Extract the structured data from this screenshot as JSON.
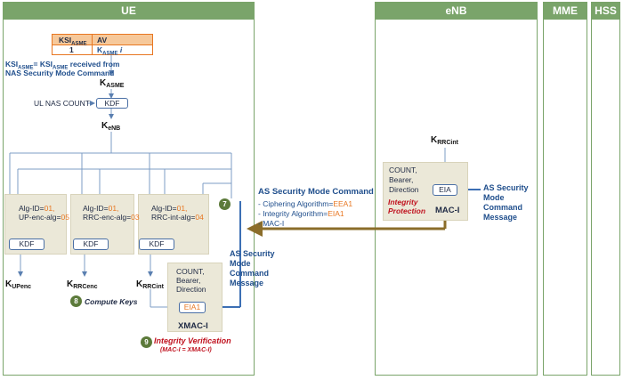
{
  "lanes": {
    "ue": "UE",
    "enb": "eNB",
    "mme": "MME",
    "hss": "HSS"
  },
  "table": {
    "h_ksi": "KSI",
    "h_ksi_sub": "ASME",
    "h_av": "AV",
    "v_ksi": "1",
    "v_k": "K",
    "v_k_sub": "ASME",
    "v_i": "i"
  },
  "note": {
    "a": "KSI",
    "a_sub": "ASME",
    "b": "= KSI",
    "b_sub": "ASME",
    "c": " received from",
    "line2": "NAS Security Mode Command"
  },
  "keys": {
    "k": "K",
    "kasme_sub": "ASME",
    "kenb_sub": "eNB",
    "kupenc_sub": "UPenc",
    "krrcenc_sub": "RRCenc",
    "krrcint_sub": "RRCint"
  },
  "ul_nas_count": "UL NAS COUNT",
  "kdf": "KDF",
  "panels": [
    {
      "line1a": "Alg-ID=",
      "line1b": "01,",
      "line2a": "UP-enc-alg=",
      "line2b": "05"
    },
    {
      "line1a": "Alg-ID=",
      "line1b": "01,",
      "line2a": "RRC-enc-alg=",
      "line2b": "03"
    },
    {
      "line1a": "Alg-ID=",
      "line1b": "01,",
      "line2a": "RRC-int-alg=",
      "line2b": "04"
    }
  ],
  "count_lines": [
    "COUNT,",
    "Bearer,",
    "Direction"
  ],
  "eia1": "EIA1",
  "eia": "EIA",
  "xmac": "XMAC-I",
  "maci": "MAC-I",
  "step8": {
    "num": "8",
    "label": "Compute Keys"
  },
  "step9": {
    "num": "9",
    "label": "Integrity Verification",
    "sub": "(MAC-I = XMAC-I)"
  },
  "step7": {
    "num": "7"
  },
  "integrity_protection": [
    "Integrity",
    "Protection"
  ],
  "as_cmd": {
    "title": "AS Security Mode Command",
    "l1a": "- Ciphering Algorithm=",
    "l1b": "EEA1",
    "l2a": "- Integrity Algorithm=",
    "l2b": "EIA1",
    "l3": "- MAC-I"
  },
  "as_msg_ue": [
    "AS Security",
    "Mode",
    "Command",
    "Message"
  ],
  "as_msg_enb": [
    "AS Security",
    "Mode",
    "Command",
    "Message"
  ],
  "colors": {
    "lane": "#7aa46a",
    "panel": "#ebe8d8",
    "arrow_brown": "#8b6d2a",
    "arrow_blue": "#3c6fb4",
    "orange": "#e87722"
  }
}
